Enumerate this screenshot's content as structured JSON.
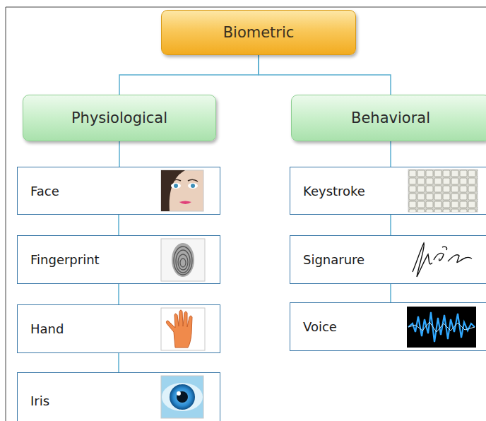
{
  "diagram": {
    "nodes": [
      {
        "text": [
          "Biometric"
        ]
      },
      {
        "text": [
          "Physiological"
        ]
      },
      {
        "text": [
          "Behavioral"
        ]
      },
      {
        "text": [
          "Face"
        ]
      },
      {
        "text": [
          "Fingerprint"
        ]
      },
      {
        "text": [
          "Hand"
        ]
      },
      {
        "text": [
          "Iris"
        ]
      },
      {
        "text": [
          "Keystroke"
        ]
      },
      {
        "text": [
          "Signarure"
        ]
      },
      {
        "text": [
          "Voice"
        ]
      }
    ],
    "edges": [
      {
        "from": 0,
        "to": 1,
        "arrow": "none"
      },
      {
        "from": 0,
        "to": 2,
        "arrow": "none"
      },
      {
        "from": 1,
        "to": 3,
        "arrow": "none"
      },
      {
        "from": 3,
        "to": 4,
        "arrow": "none"
      },
      {
        "from": 4,
        "to": 5,
        "arrow": "none"
      },
      {
        "from": 5,
        "to": 6,
        "arrow": "none"
      },
      {
        "from": 2,
        "to": 7,
        "arrow": "none"
      },
      {
        "from": 7,
        "to": 8,
        "arrow": "none"
      },
      {
        "from": 8,
        "to": 9,
        "arrow": "none"
      }
    ]
  }
}
